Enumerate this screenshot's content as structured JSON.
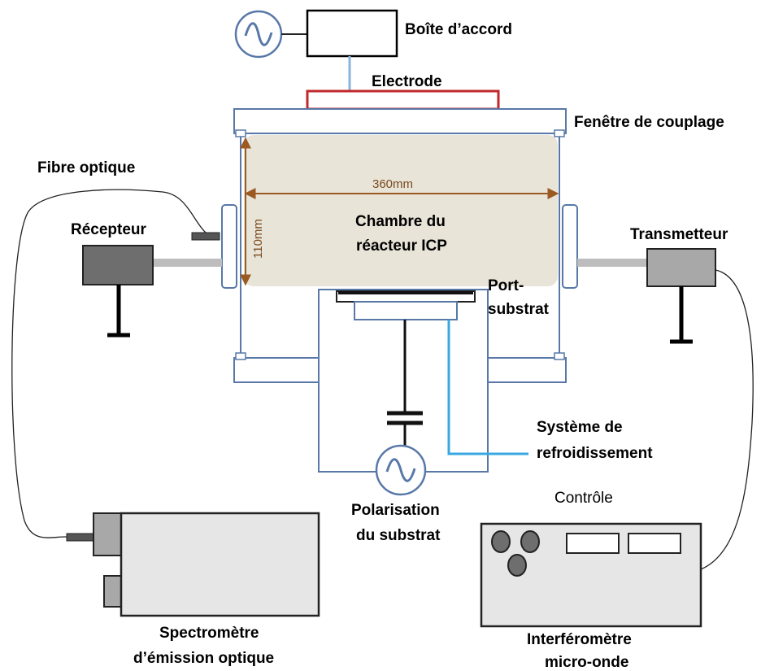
{
  "labels": {
    "boite_accord": "Boîte d’accord",
    "electrode": "Electrode",
    "fenetre": "Fenêtre de couplage",
    "fibre": "Fibre optique",
    "recepteur": "Récepteur",
    "transmetteur": "Transmetteur",
    "chambre_l1": "Chambre du",
    "chambre_l2": "réacteur ICP",
    "port_l1": "Port-",
    "port_l2": "substrat",
    "refroid_l1": "Système de",
    "refroid_l2": "refroidissement",
    "polar_l1": "Polarisation",
    "polar_l2": "du substrat",
    "controle": "Contrôle",
    "spectro_l1": "Spectromètre",
    "spectro_l2": "d’émission optique",
    "interfero_l1": "Interféromètre",
    "interfero_l2": "micro-onde"
  },
  "dimensions": {
    "width": "360mm",
    "height": "110mm"
  },
  "colors": {
    "chamber_fill": "#e8e4d8",
    "chamber_outline": "#5878a8",
    "electrode": "#c0282c",
    "dimension_arrow": "#9a5a22",
    "cooling_line": "#38a8e0",
    "rf_feed": "#8ab4dc",
    "device_fill": "#e6e6e6",
    "receiver_fill": "#6e6e6e",
    "transmitter_fill": "#a8a8a8"
  }
}
